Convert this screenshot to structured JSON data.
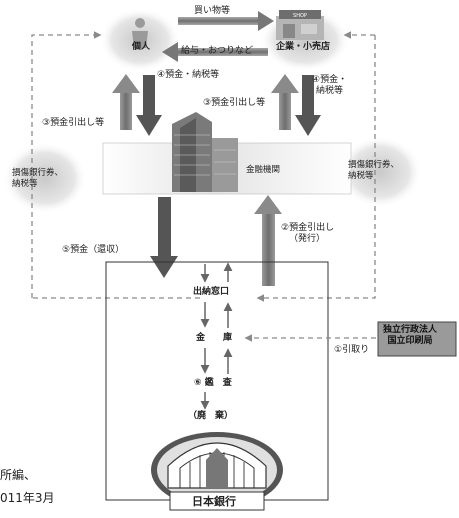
{
  "nodes": {
    "individual": "個人",
    "company": "企業・小売店",
    "bank": "金融機関",
    "boj": "日本銀行",
    "counter": "出納窓口",
    "vault": "金　　庫",
    "inspection": "⑥ 鑑　査",
    "disposal": "（廃　棄）",
    "printing_bureau": [
      "独立行政法人",
      "国立印刷局"
    ],
    "shop_sign": "SHOP"
  },
  "flows": {
    "purchase": "買い物等",
    "salary": "給与・おつりなど",
    "deposit_tax_left": "④預金・納税等",
    "deposit_tax_right": [
      "④預金・",
      "納税等"
    ],
    "withdraw_left": "③預金引出し等",
    "withdraw_center": "③預金引出し等",
    "damaged_left": [
      "損傷銀行券、",
      "納税等"
    ],
    "damaged_right": [
      "損傷銀行券、",
      "納税等"
    ],
    "deposit_return": "⑤預金（還収）",
    "withdraw_issue": [
      "②預金引出し",
      "（発行）"
    ],
    "receipt": "①引取り"
  },
  "caption": [
    "所編、",
    "011年3月"
  ],
  "colors": {
    "arrow": "#7a7a7a",
    "dark_arrow": "#505050",
    "dashed": "#8a8a8a",
    "box_border": "#333333"
  }
}
